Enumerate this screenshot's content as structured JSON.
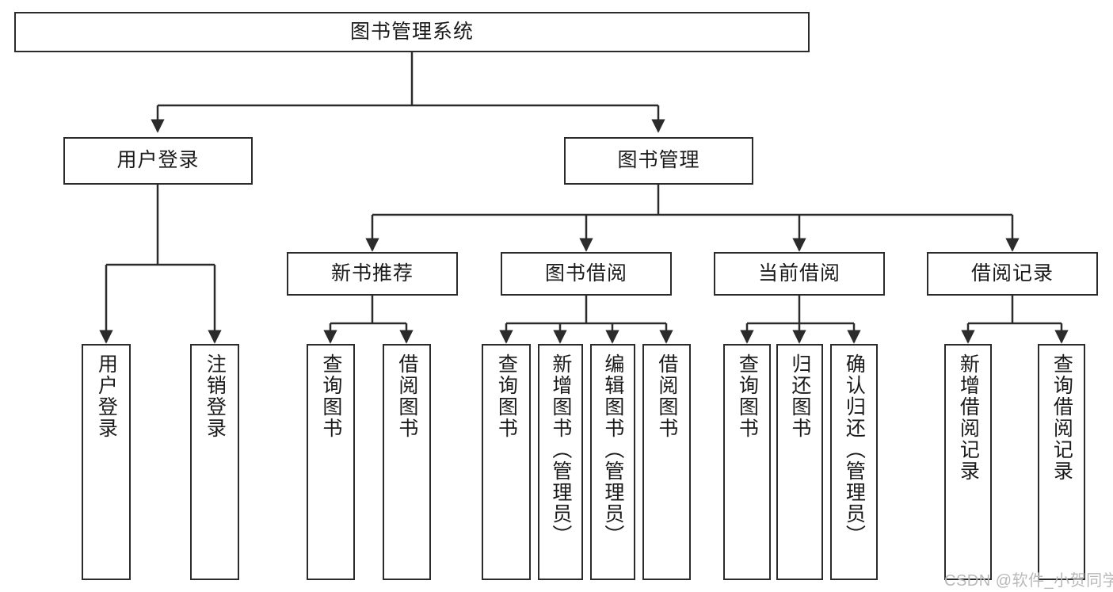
{
  "diagram": {
    "type": "tree",
    "title": "图书管理系统",
    "root": {
      "label": "图书管理系统"
    },
    "level2": [
      {
        "label": "用户登录"
      },
      {
        "label": "图书管理"
      }
    ],
    "level3": [
      {
        "label": "新书推荐"
      },
      {
        "label": "图书借阅"
      },
      {
        "label": "当前借阅"
      },
      {
        "label": "借阅记录"
      }
    ],
    "leaves": {
      "user_login": [
        {
          "label": "用户登录"
        },
        {
          "label": "注销登录"
        }
      ],
      "new_book_recommend": [
        {
          "label": "查询图书"
        },
        {
          "label": "借阅图书"
        }
      ],
      "book_borrow": [
        {
          "label": "查询图书"
        },
        {
          "label": "新增图书（管理员）"
        },
        {
          "label": "编辑图书（管理员）"
        },
        {
          "label": "借阅图书"
        }
      ],
      "current_borrow": [
        {
          "label": "查询图书"
        },
        {
          "label": "归还图书"
        },
        {
          "label": "确认归还（管理员）"
        }
      ],
      "borrow_record": [
        {
          "label": "新增借阅记录"
        },
        {
          "label": "查询借阅记录"
        }
      ]
    }
  },
  "watermark": {
    "text": "CSDN @软件_小贺同学"
  },
  "colors": {
    "border": "#2b2b2b",
    "background": "#ffffff",
    "text": "#1a1a1a",
    "watermark": "#b9b9b9"
  }
}
